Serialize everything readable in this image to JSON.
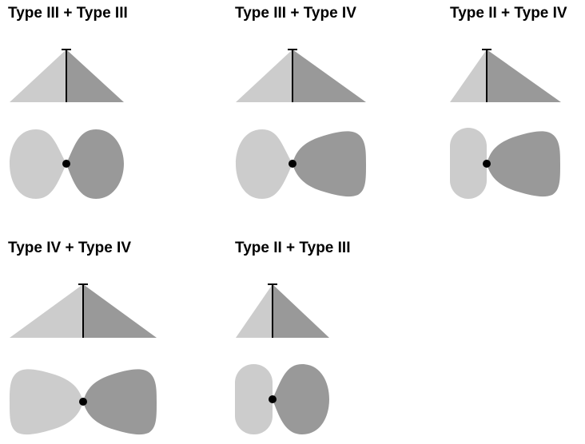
{
  "colors": {
    "light": "#cccccc",
    "dark": "#999999",
    "pole": "#000000",
    "background": "#ffffff"
  },
  "combinations": [
    {
      "title": "Type III + Type III",
      "left_type": "Type III",
      "right_type": "Type III"
    },
    {
      "title": "Type III + Type IV",
      "left_type": "Type III",
      "right_type": "Type IV"
    },
    {
      "title": "Type II + Type IV",
      "left_type": "Type II",
      "right_type": "Type IV"
    },
    {
      "title": "Type IV + Type IV",
      "left_type": "Type IV",
      "right_type": "Type IV"
    },
    {
      "title": "Type II + Type III",
      "left_type": "Type II",
      "right_type": "Type III"
    }
  ]
}
